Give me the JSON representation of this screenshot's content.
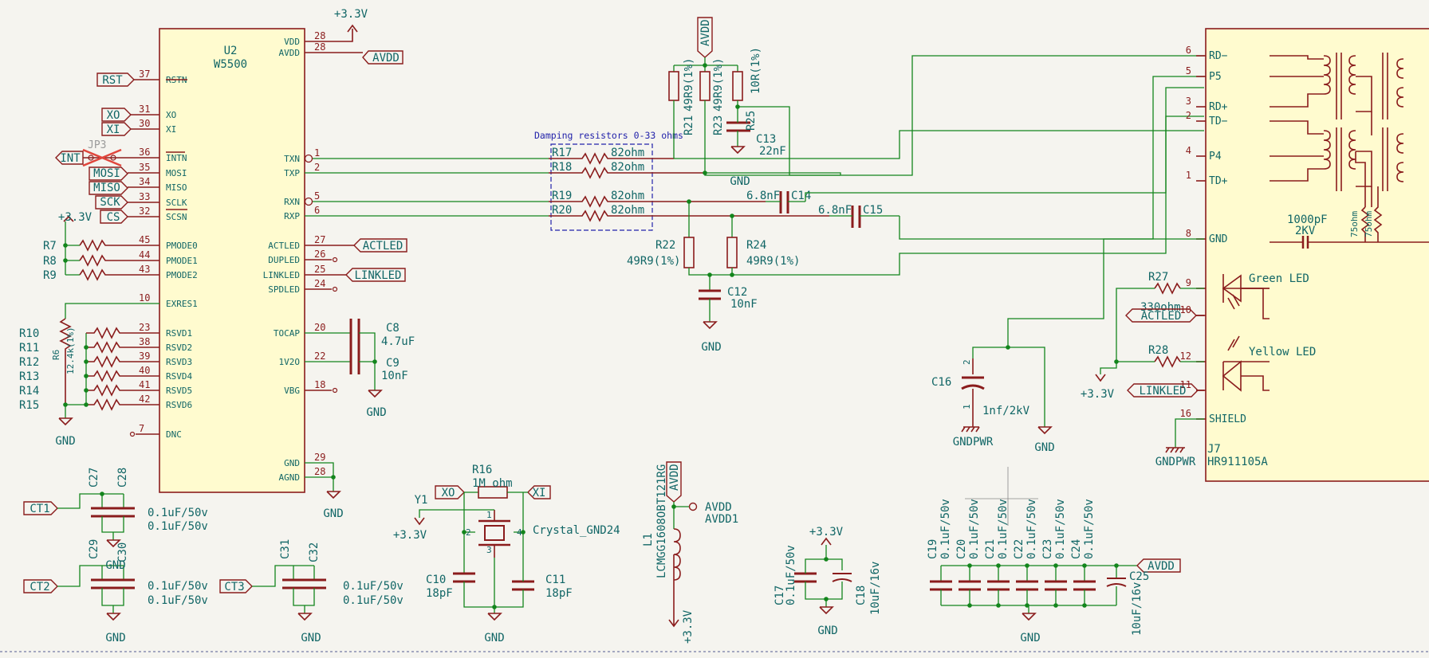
{
  "colors": {
    "background": "#f5f4ef",
    "wire": "#13851c",
    "symbol": "#8a1c1c",
    "text": "#116666",
    "ic_fill": "#fffbcf",
    "annotation": "#2222aa"
  },
  "u2": {
    "ref": "U2",
    "value": "W5500",
    "right_pins": [
      {
        "num": "28",
        "name": "VDD"
      },
      {
        "num": "28",
        "name": "AVDD"
      },
      {
        "num": "1",
        "name": "TXN"
      },
      {
        "num": "2",
        "name": "TXP"
      },
      {
        "num": "5",
        "name": "RXN"
      },
      {
        "num": "6",
        "name": "RXP"
      },
      {
        "num": "27",
        "name": "ACTLED"
      },
      {
        "num": "26",
        "name": "DUPLED"
      },
      {
        "num": "25",
        "name": "LINKLED"
      },
      {
        "num": "24",
        "name": "SPDLED"
      },
      {
        "num": "20",
        "name": "TOCAP"
      },
      {
        "num": "22",
        "name": "1V2O"
      },
      {
        "num": "18",
        "name": "VBG"
      },
      {
        "num": "29",
        "name": "GND"
      },
      {
        "num": "28",
        "name": "AGND"
      }
    ],
    "left_pins": [
      {
        "num": "37",
        "name": "RSTN"
      },
      {
        "num": "31",
        "name": "XO"
      },
      {
        "num": "30",
        "name": "XI"
      },
      {
        "num": "36",
        "name": "INTN"
      },
      {
        "num": "35",
        "name": "MOSI"
      },
      {
        "num": "34",
        "name": "MISO"
      },
      {
        "num": "33",
        "name": "SCLK"
      },
      {
        "num": "32",
        "name": "SCSN"
      },
      {
        "num": "45",
        "name": "PMODE0"
      },
      {
        "num": "44",
        "name": "PMODE1"
      },
      {
        "num": "43",
        "name": "PMODE2"
      },
      {
        "num": "10",
        "name": "EXRES1"
      },
      {
        "num": "23",
        "name": "RSVD1"
      },
      {
        "num": "38",
        "name": "RSVD2"
      },
      {
        "num": "39",
        "name": "RSVD3"
      },
      {
        "num": "40",
        "name": "RSVD4"
      },
      {
        "num": "41",
        "name": "RSVD5"
      },
      {
        "num": "42",
        "name": "RSVD6"
      },
      {
        "num": "7",
        "name": "DNC"
      }
    ]
  },
  "j7": {
    "ref": "J7",
    "value": "HR911105A",
    "pins": [
      {
        "num": "6",
        "name": "RD−"
      },
      {
        "num": "5",
        "name": "P5"
      },
      {
        "num": "3",
        "name": "RD+"
      },
      {
        "num": "2",
        "name": "TD−"
      },
      {
        "num": "4",
        "name": "P4"
      },
      {
        "num": "1",
        "name": "TD+"
      },
      {
        "num": "8",
        "name": "GND"
      },
      {
        "num": "9",
        "name": ""
      },
      {
        "num": "10",
        "name": ""
      },
      {
        "num": "12",
        "name": ""
      },
      {
        "num": "11",
        "name": ""
      },
      {
        "num": "16",
        "name": "SHIELD"
      }
    ],
    "cap_label": "1000pF",
    "cap_voltage": "2KV",
    "res_label": "75ohm",
    "green_led": "Green LED",
    "yellow_led": "Yellow LED"
  },
  "global_labels": {
    "rst": "RST",
    "xo": "XO",
    "xi": "XI",
    "int": "INT",
    "mosi": "MOSI",
    "miso": "MISO",
    "sck": "SCK",
    "cs": "CS",
    "avdd": "AVDD",
    "actled": "ACTLED",
    "linkled": "LINKLED",
    "ct1": "CT1",
    "ct2": "CT2",
    "ct3": "CT3"
  },
  "power": {
    "v33": "+3.3V",
    "gnd": "GND",
    "gndpwr": "GNDPWR",
    "avdd": "AVDD",
    "avdd1": "AVDD1"
  },
  "jumper": "JP3",
  "annotation": "Damping resistors 0-33 ohms",
  "resistors": {
    "r17": "R17",
    "r18": "R18",
    "r19": "R19",
    "r20": "R20",
    "damp_value": "82ohm",
    "r21": "R21",
    "r21v": "49R9(1%)",
    "r23": "R23",
    "r23v": "49R9(1%)",
    "r25": "R25",
    "r25v": "10R(1%)",
    "r22": "R22",
    "r22v": "49R9(1%)",
    "r24": "R24",
    "r24v": "49R9(1%)",
    "r7": "R7",
    "r8": "R8",
    "r9": "R9",
    "r6": "R6",
    "r6v": "12.4k(1%)",
    "r10": "R10",
    "r11": "R11",
    "r12": "R12",
    "r13": "R13",
    "r14": "R14",
    "r15": "R15",
    "r16": "R16",
    "r16v": "1M ohm",
    "r27": "R27",
    "r27v": "330ohm",
    "r28": "R28"
  },
  "capacitors": {
    "c13": "C13",
    "c13v": "22nF",
    "c14": "C14",
    "c14v": "6.8nF",
    "c15": "C15",
    "c15v": "6.8nF",
    "c12": "C12",
    "c12v": "10nF",
    "c8": "C8",
    "c8v": "4.7uF",
    "c9": "C9",
    "c9v": "10nF",
    "c16": "C16",
    "c16v": "1nf/2kV",
    "c27": "C27",
    "c28": "C28",
    "c29": "C29",
    "c30": "C30",
    "c31": "C31",
    "c32": "C32",
    "bypass": "0.1uF/50v",
    "c10": "C10",
    "c10v": "18pF",
    "c11": "C11",
    "c11v": "18pF",
    "c17": "C17",
    "c17v": "0.1uF/50v",
    "c18": "C18",
    "c18v": "10uF/16v",
    "c19": "C19",
    "c20": "C20",
    "c21": "C21",
    "c22": "C22",
    "c23": "C23",
    "c24": "C24",
    "c25": "C25",
    "c25v": "10uF/16v"
  },
  "crystal": {
    "ref": "Y1",
    "value": "Crystal_GND24"
  },
  "inductor": {
    "ref": "L1",
    "value": "LCMGG1608OBT121RG"
  }
}
